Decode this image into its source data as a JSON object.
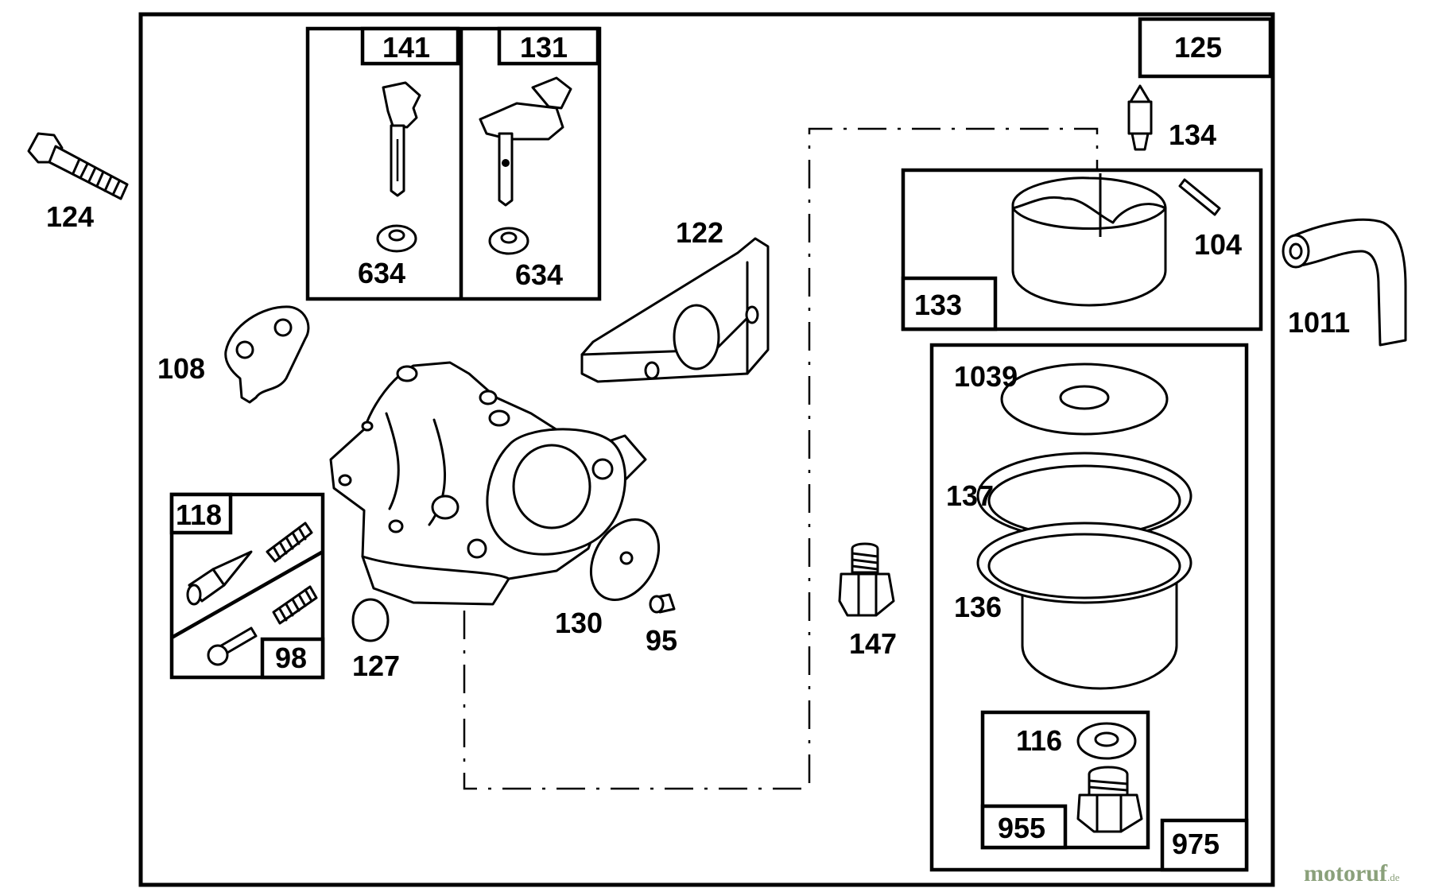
{
  "callouts": {
    "p124": "124",
    "p141": "141",
    "p131": "131",
    "p634a": "634",
    "p634b": "634",
    "p125": "125",
    "p134": "134",
    "p104": "104",
    "p133": "133",
    "p1011": "1011",
    "p122": "122",
    "p108": "108",
    "p1039": "1039",
    "p137": "137",
    "p136": "136",
    "p118": "118",
    "p98": "98",
    "p127": "127",
    "p130": "130",
    "p95": "95",
    "p147": "147",
    "p116": "116",
    "p955": "955",
    "p975": "975"
  },
  "watermark": {
    "main": "motoruf",
    "accent": "u",
    "tld": ".de"
  },
  "colors": {
    "line": "#000000",
    "background": "#ffffff",
    "watermark_green": "#8aa07a",
    "watermark_orange": "#e08a2a"
  },
  "icons": [
    "bolt-icon",
    "throttle-shaft-icon",
    "choke-shaft-icon",
    "washer-icon",
    "needle-valve-icon",
    "float-icon",
    "pin-icon",
    "fuel-line-icon",
    "gasket-icon",
    "baffle-icon",
    "carburetor-body-icon",
    "spring-icon",
    "screw-icon",
    "plug-icon",
    "diaphragm-icon",
    "fitting-icon",
    "fuel-bowl-icon",
    "o-ring-icon"
  ]
}
